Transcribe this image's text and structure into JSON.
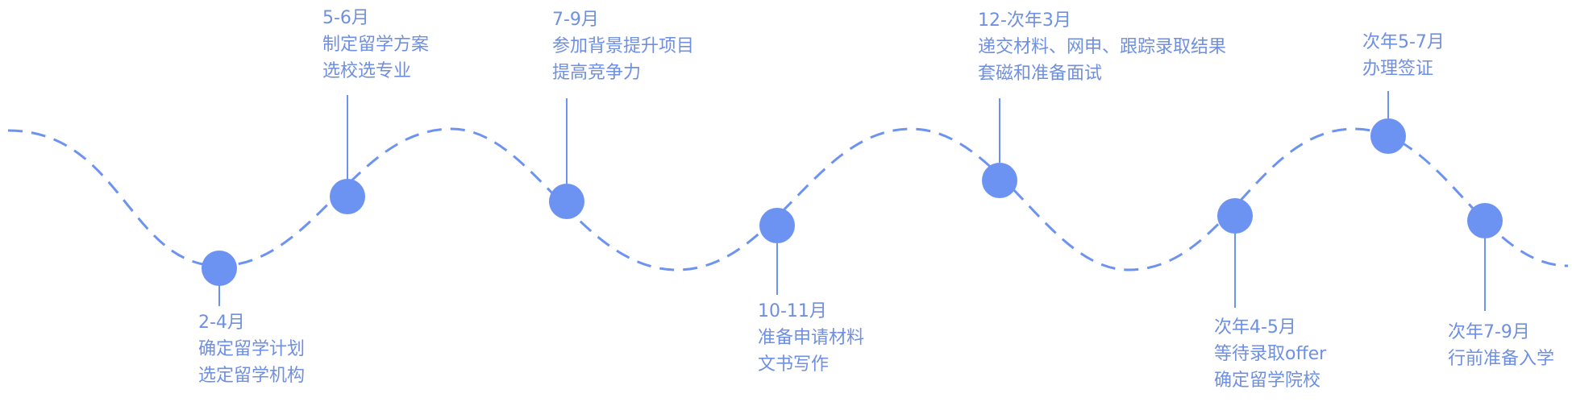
{
  "colors": {
    "accent": "#6d93f2",
    "text": "#6f8fe0"
  },
  "timeline": {
    "steps": [
      {
        "period": "2-4月",
        "lines": [
          "确定留学计划",
          "选定留学机构"
        ]
      },
      {
        "period": "5-6月",
        "lines": [
          "制定留学方案",
          "选校选专业"
        ]
      },
      {
        "period": "7-9月",
        "lines": [
          "参加背景提升项目",
          "提高竞争力"
        ]
      },
      {
        "period": "10-11月",
        "lines": [
          "准备申请材料",
          "文书写作"
        ]
      },
      {
        "period": "12-次年3月",
        "lines": [
          "递交材料、网申、跟踪录取结果",
          "套磁和准备面试"
        ]
      },
      {
        "period": "次年4-5月",
        "lines": [
          "等待录取offer",
          "确定留学院校"
        ]
      },
      {
        "period": "次年5-7月",
        "lines": [
          "办理签证"
        ]
      },
      {
        "period": "次年7-9月",
        "lines": [
          "行前准备入学"
        ]
      }
    ]
  }
}
